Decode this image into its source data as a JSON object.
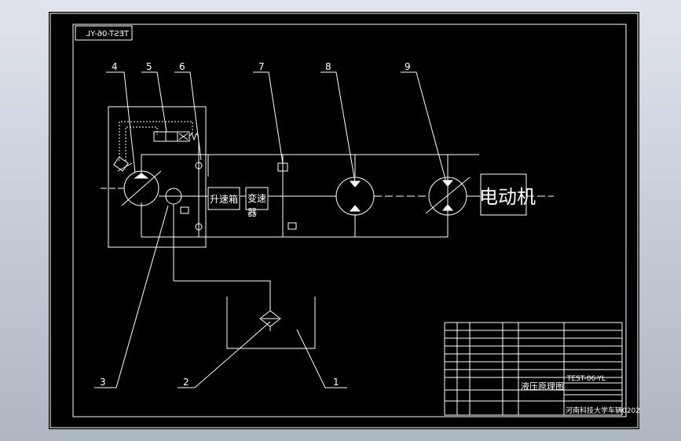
{
  "drawing": {
    "code_mirrored": "TEST-06-YL",
    "balloons": {
      "b1": "1",
      "b2": "2",
      "b3": "3",
      "b4": "4",
      "b5": "5",
      "b6": "6",
      "b7": "7",
      "b8": "8",
      "b9": "9"
    },
    "boxes": {
      "speed_increaser": "升速箱",
      "speed_changer_top": "变速",
      "speed_changer_bottom": "器",
      "motor": "电动机"
    }
  },
  "title_block": {
    "drawing_title": "液压原理图",
    "drawing_code": "TEST-06-YL",
    "school": "河南科技大学车辆0202"
  },
  "colors": {
    "background_gradient_top": "#dfe4ec",
    "background_gradient_bottom": "#aeb6c2",
    "canvas": "#000000",
    "lines": "#ffffff"
  }
}
